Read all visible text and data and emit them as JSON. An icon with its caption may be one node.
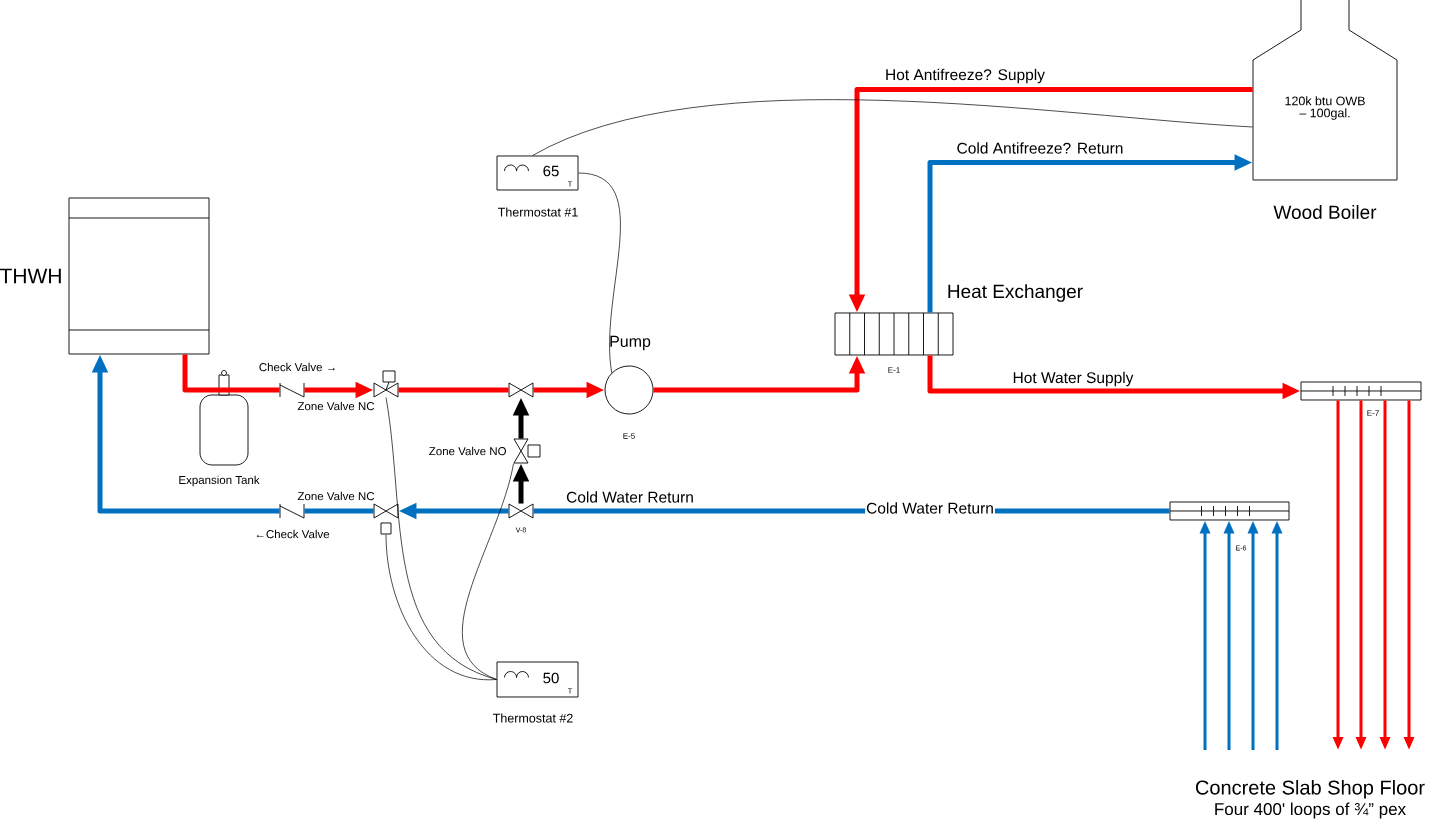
{
  "diagram": {
    "nodes": [
      {
        "text": [
          "THWH"
        ]
      },
      {
        "text": [
          "Expansion Tank"
        ]
      },
      {
        "text": [
          "Check Valve →"
        ]
      },
      {
        "text": [
          "Zone Valve NC"
        ]
      },
      {
        "text": [],
        "shape": "valve"
      },
      {
        "text": [
          "Pump",
          "E-5"
        ]
      },
      {
        "text": [
          "Heat Exchanger",
          "E-1"
        ]
      },
      {
        "text": [
          "E-7"
        ]
      },
      {
        "text": [
          "E-6"
        ]
      },
      {
        "text": [
          "120k btu OWB – 100gal.",
          "Wood Boiler"
        ]
      },
      {
        "text": [
          "65",
          "T",
          "Thermostat #1"
        ]
      },
      {
        "text": [
          "50",
          "T",
          "Thermostat #2"
        ]
      },
      {
        "text": [
          "Zone Valve NO"
        ]
      },
      {
        "text": [
          "V-8"
        ]
      },
      {
        "text": [
          "Zone Valve NC"
        ]
      },
      {
        "text": [
          "←Check Valve"
        ]
      },
      {
        "text": [
          "Concrete Slab Shop Floor",
          "Four 400' loops of ¾” pex"
        ]
      }
    ],
    "edges": [
      {
        "from": 0,
        "to": 2,
        "arrow": "none",
        "color": "#ff0000"
      },
      {
        "from": 2,
        "to": 3,
        "arrow": "to",
        "color": "#ff0000"
      },
      {
        "from": 3,
        "to": 4,
        "arrow": "none",
        "color": "#ff0000"
      },
      {
        "from": 4,
        "to": 5,
        "arrow": "to",
        "color": "#ff0000"
      },
      {
        "from": 5,
        "to": 6,
        "arrow": "to",
        "color": "#ff0000"
      },
      {
        "from": 6,
        "to": 7,
        "arrow": "to",
        "color": "#ff0000",
        "label": "Hot Water Supply"
      },
      {
        "from": 9,
        "to": 6,
        "arrow": "to",
        "color": "#ff0000",
        "label": "Hot Antifreeze? Supply"
      },
      {
        "from": 6,
        "to": 9,
        "arrow": "to",
        "color": "#0070c0",
        "label": "Cold Antifreeze? Return"
      },
      {
        "from": 7,
        "to": 16,
        "arrow": "to",
        "color": "#ff0000"
      },
      {
        "from": 7,
        "to": 16,
        "arrow": "to",
        "color": "#ff0000"
      },
      {
        "from": 7,
        "to": 16,
        "arrow": "to",
        "color": "#ff0000"
      },
      {
        "from": 7,
        "to": 16,
        "arrow": "to",
        "color": "#ff0000"
      },
      {
        "from": 16,
        "to": 8,
        "arrow": "to",
        "color": "#0070c0"
      },
      {
        "from": 16,
        "to": 8,
        "arrow": "to",
        "color": "#0070c0"
      },
      {
        "from": 16,
        "to": 8,
        "arrow": "to",
        "color": "#0070c0"
      },
      {
        "from": 16,
        "to": 8,
        "arrow": "to",
        "color": "#0070c0"
      },
      {
        "from": 8,
        "to": 13,
        "arrow": "none",
        "color": "#0070c0",
        "label": "Cold Water Return"
      },
      {
        "from": 13,
        "to": 14,
        "arrow": "to",
        "color": "#0070c0"
      },
      {
        "from": 14,
        "to": 15,
        "arrow": "none",
        "color": "#0070c0"
      },
      {
        "from": 15,
        "to": 0,
        "arrow": "to",
        "color": "#0070c0"
      },
      {
        "from": 13,
        "to": 12,
        "arrow": "to",
        "color": "#000000"
      },
      {
        "from": 12,
        "to": 4,
        "arrow": "to",
        "color": "#000000"
      },
      {
        "from": 10,
        "to": 9,
        "arrow": "none",
        "color": "#000000"
      },
      {
        "from": 10,
        "to": 5,
        "arrow": "none",
        "color": "#000000"
      },
      {
        "from": 11,
        "to": 3,
        "arrow": "none",
        "color": "#000000"
      },
      {
        "from": 11,
        "to": 14,
        "arrow": "none",
        "color": "#000000"
      },
      {
        "from": 11,
        "to": 12,
        "arrow": "none",
        "color": "#000000"
      }
    ],
    "labels": [
      "Cold Water Return"
    ]
  }
}
